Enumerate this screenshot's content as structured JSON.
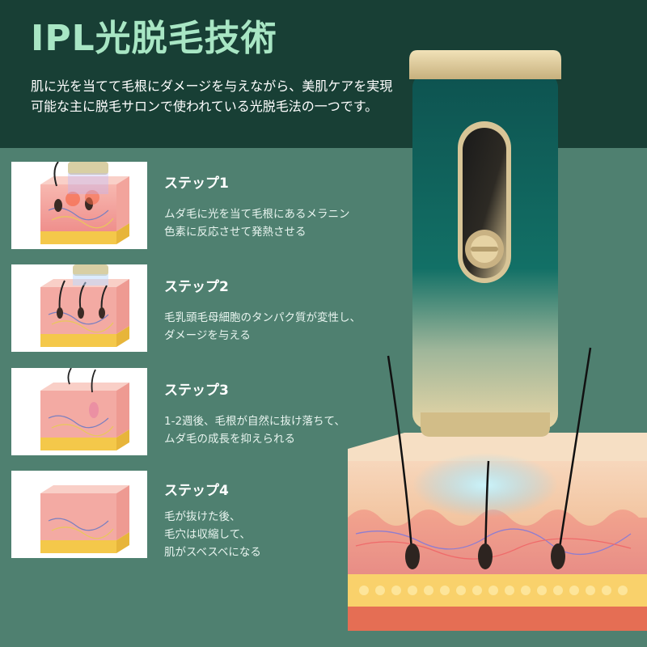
{
  "header": {
    "title": "IPL光脱毛技術",
    "description": "肌に光を当てて毛根にダメージを与えながら、美肌ケアを実現可能な主に脱毛サロンで使われている光脱毛法の一つです。"
  },
  "steps": [
    {
      "title": "ステップ1",
      "text": "ムダ毛に光を当て毛根にあるメラニン\n色素に反応させて発熱させる"
    },
    {
      "title": "ステップ2",
      "text": "毛乳頭毛母細胞のタンパク質が変性し、\nダメージを与える"
    },
    {
      "title": "ステップ3",
      "text": "1-2週後、毛根が自然に抜け落ちて、\nムダ毛の成長を抑えられる"
    },
    {
      "title": "ステップ4",
      "text": "毛が抜けた後、\n毛穴は収縮して、\n肌がスベスベになる"
    }
  ],
  "colors": {
    "dark_bg": "#183f35",
    "panel_bg": "#4f8070",
    "title_accent": "#a8e6c4",
    "device_gold": "#d9c596",
    "device_green": "#0f5d56"
  }
}
